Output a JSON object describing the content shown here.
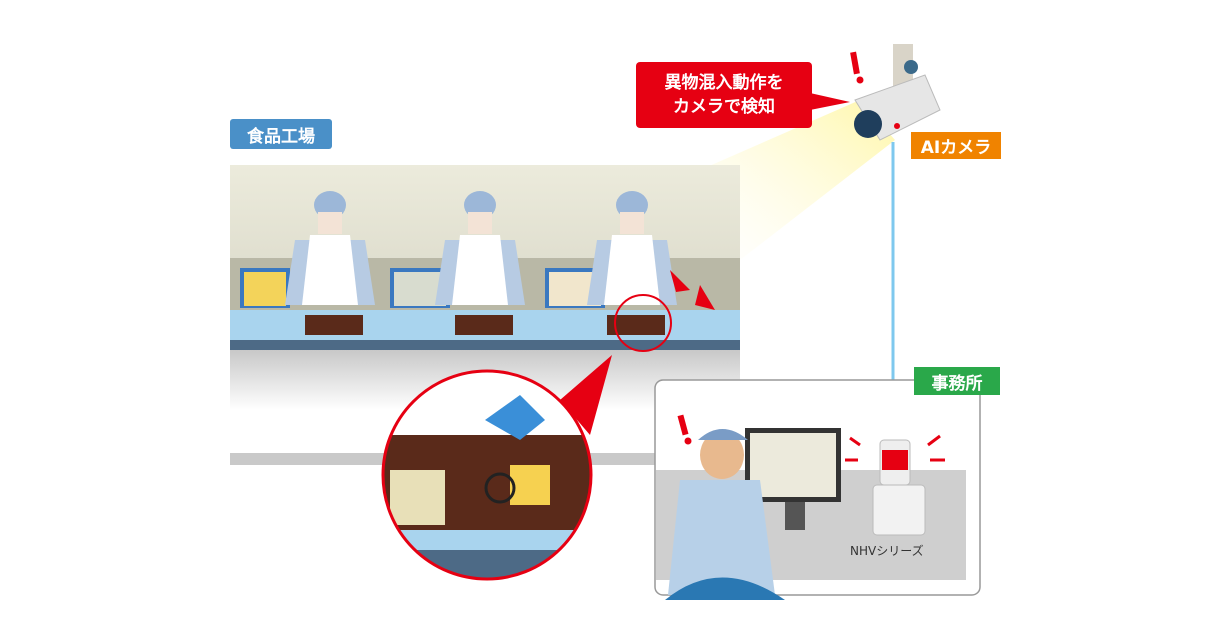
{
  "labels": {
    "factory": "食品工場",
    "ai_camera": "AIカメラ",
    "office": "事務所",
    "callout_line1": "異物混入動作を",
    "callout_line2": "カメラで検知",
    "product": "NHVシリーズ"
  },
  "colors": {
    "factory_tag": "#4a90c8",
    "ai_tag": "#f08300",
    "office_tag": "#2aa84a",
    "alert": "#e60012",
    "signal_line": "#7ec8ee"
  }
}
